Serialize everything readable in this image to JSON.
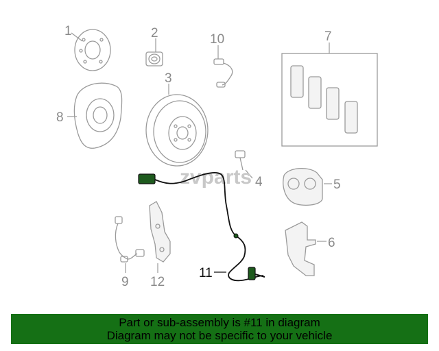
{
  "diagram": {
    "watermark": "zvparts",
    "callouts": {
      "c1": "1",
      "c2": "2",
      "c3": "3",
      "c4": "4",
      "c5": "5",
      "c6": "6",
      "c7": "7",
      "c8": "8",
      "c9": "9",
      "c10": "10",
      "c11": "11",
      "c12": "12"
    }
  },
  "banner": {
    "line1": "Part or sub-assembly is #11 in diagram",
    "line2": "Diagram may not be specific to your vehicle"
  },
  "colors": {
    "banner_bg": "#157015",
    "highlight_part": "#157015",
    "part_stroke": "#9a9a9a"
  }
}
